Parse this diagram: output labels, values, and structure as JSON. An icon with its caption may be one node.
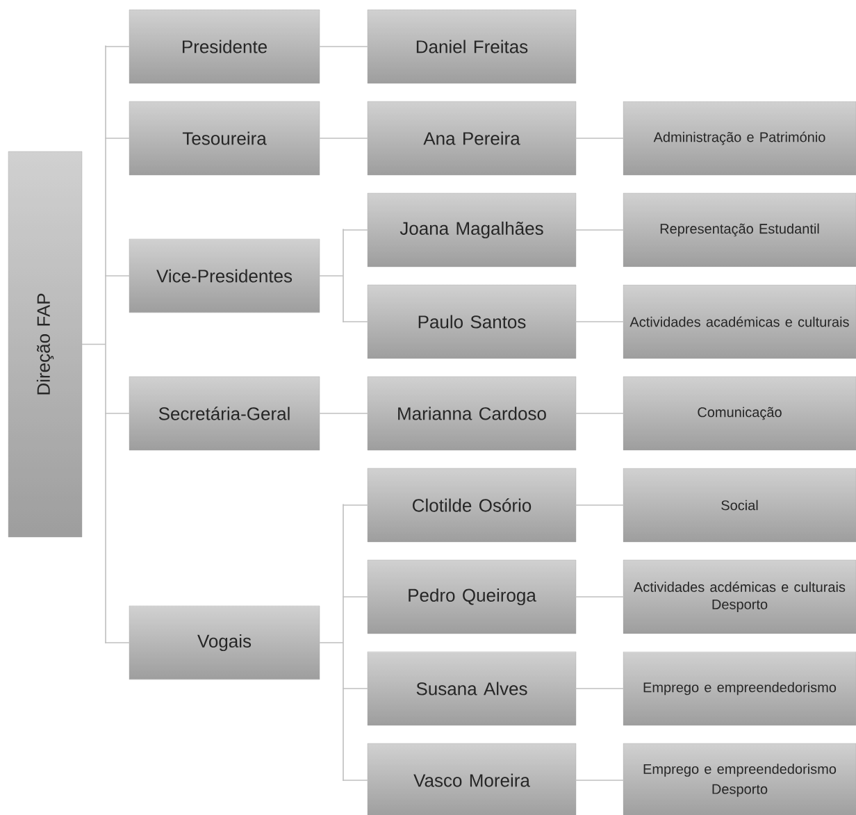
{
  "diagram": {
    "nodes": [
      {
        "text": [
          "Direção FAP"
        ]
      },
      {
        "text": [
          "Presidente"
        ]
      },
      {
        "text": [
          "Tesoureira"
        ]
      },
      {
        "text": [
          "Vice-Presidentes"
        ]
      },
      {
        "text": [
          "Secretária-Geral"
        ]
      },
      {
        "text": [
          "Vogais"
        ]
      },
      {
        "text": [
          "Daniel Freitas"
        ]
      },
      {
        "text": [
          "Ana Pereira"
        ]
      },
      {
        "text": [
          "Joana Magalhães"
        ]
      },
      {
        "text": [
          "Paulo Santos"
        ]
      },
      {
        "text": [
          "Marianna Cardoso"
        ]
      },
      {
        "text": [
          "Clotilde Osório"
        ]
      },
      {
        "text": [
          "Pedro Queiroga"
        ]
      },
      {
        "text": [
          "Susana Alves"
        ]
      },
      {
        "text": [
          "Vasco Moreira"
        ]
      },
      {
        "text": [
          "Administração e Património"
        ]
      },
      {
        "text": [
          "Representação Estudantil"
        ]
      },
      {
        "text": [
          "Actividades académicas e culturais"
        ]
      },
      {
        "text": [
          "Comunicação"
        ]
      },
      {
        "text": [
          "Social"
        ]
      },
      {
        "text": [
          "Actividades acdémicas e culturais",
          "Desporto"
        ]
      },
      {
        "text": [
          "Emprego e empreendedorismo"
        ]
      },
      {
        "text": [
          "Emprego e empreendedorismo",
          "Desporto"
        ]
      }
    ],
    "edges": [
      {
        "from": 0,
        "to": 1,
        "arrow": "none"
      },
      {
        "from": 0,
        "to": 2,
        "arrow": "none"
      },
      {
        "from": 0,
        "to": 3,
        "arrow": "none"
      },
      {
        "from": 0,
        "to": 4,
        "arrow": "none"
      },
      {
        "from": 0,
        "to": 5,
        "arrow": "none"
      },
      {
        "from": 1,
        "to": 6,
        "arrow": "none"
      },
      {
        "from": 2,
        "to": 7,
        "arrow": "none"
      },
      {
        "from": 3,
        "to": 8,
        "arrow": "none"
      },
      {
        "from": 3,
        "to": 9,
        "arrow": "none"
      },
      {
        "from": 4,
        "to": 10,
        "arrow": "none"
      },
      {
        "from": 5,
        "to": 11,
        "arrow": "none"
      },
      {
        "from": 5,
        "to": 12,
        "arrow": "none"
      },
      {
        "from": 5,
        "to": 13,
        "arrow": "none"
      },
      {
        "from": 5,
        "to": 14,
        "arrow": "none"
      },
      {
        "from": 7,
        "to": 15,
        "arrow": "none"
      },
      {
        "from": 8,
        "to": 16,
        "arrow": "none"
      },
      {
        "from": 9,
        "to": 17,
        "arrow": "none"
      },
      {
        "from": 10,
        "to": 18,
        "arrow": "none"
      },
      {
        "from": 11,
        "to": 19,
        "arrow": "none"
      },
      {
        "from": 12,
        "to": 20,
        "arrow": "none"
      },
      {
        "from": 13,
        "to": 21,
        "arrow": "none"
      },
      {
        "from": 14,
        "to": 22,
        "arrow": "none"
      }
    ]
  }
}
